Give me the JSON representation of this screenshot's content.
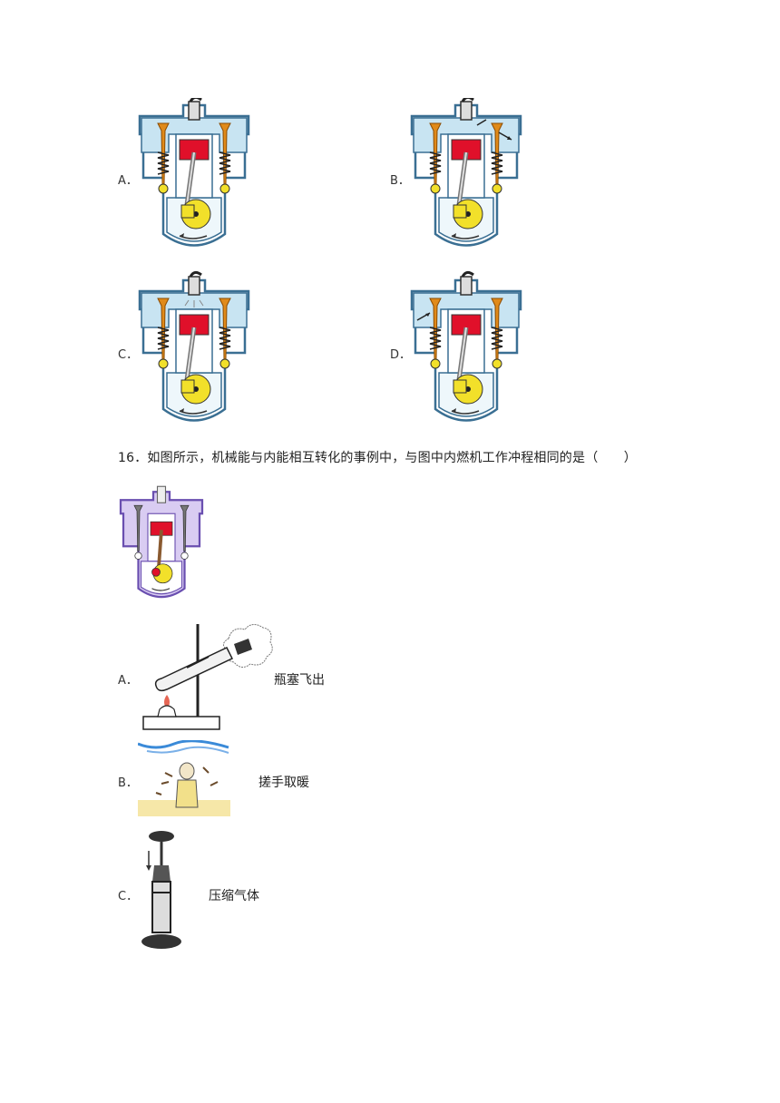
{
  "q15": {
    "options": [
      {
        "label": "A．"
      },
      {
        "label": "B．"
      },
      {
        "label": "C．"
      },
      {
        "label": "D．"
      }
    ]
  },
  "q16": {
    "stem": "16．如图所示，机械能与内能相互转化的事例中，与图中内燃机工作冲程相同的是（　　）",
    "options": [
      {
        "label": "A．",
        "caption": "瓶塞飞出"
      },
      {
        "label": "B．",
        "caption": "搓手取暖"
      },
      {
        "label": "C．",
        "caption": "压缩气体"
      }
    ]
  },
  "colors": {
    "casing": "#c8e4f2",
    "casing_stroke": "#3a6f93",
    "piston": "#e0102a",
    "valve": "#e08a1a",
    "crank": "#f2e02a",
    "engine16": "#9b7ad6"
  }
}
